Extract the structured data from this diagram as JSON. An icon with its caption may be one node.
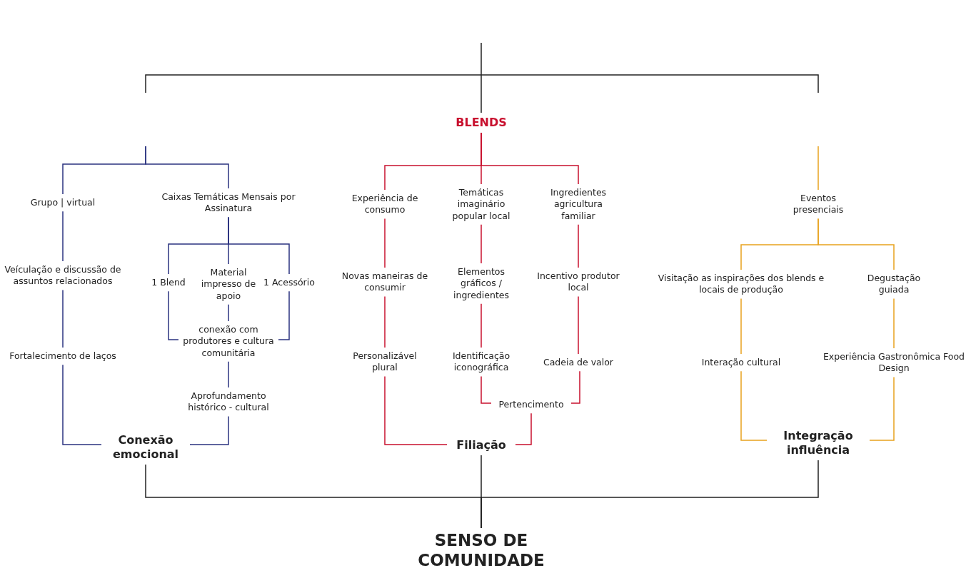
{
  "diagram": {
    "nodes": [
      {
        "text": [
          "BLENDS"
        ]
      },
      {
        "text": [
          "Grupo | virtual"
        ]
      },
      {
        "text": [
          "Caixas Temáticas Mensais por Assinatura"
        ]
      },
      {
        "text": [
          "Veículação e discussão de assuntos relacionados"
        ]
      },
      {
        "text": [
          "1 Blend"
        ]
      },
      {
        "text": [
          "Material impresso de apoio"
        ]
      },
      {
        "text": [
          "1 Acessório"
        ]
      },
      {
        "text": [
          "Fortalecimento de laços"
        ]
      },
      {
        "text": [
          "conexão com produtores e cultura comunitária"
        ]
      },
      {
        "text": [
          "Aprofundamento histórico - cultural"
        ]
      },
      {
        "text": [
          "Conexão emocional"
        ]
      },
      {
        "text": [
          "Experiência de consumo"
        ]
      },
      {
        "text": [
          "Temáticas imaginário popular local"
        ]
      },
      {
        "text": [
          "Ingredientes agricultura familiar"
        ]
      },
      {
        "text": [
          "Novas maneiras de consumir"
        ]
      },
      {
        "text": [
          "Elementos gráficos / ingredientes"
        ]
      },
      {
        "text": [
          "Incentivo produtor local"
        ]
      },
      {
        "text": [
          "Personalizável plural"
        ]
      },
      {
        "text": [
          "Identificação iconográfica"
        ]
      },
      {
        "text": [
          "Cadeia de valor"
        ]
      },
      {
        "text": [
          "Pertencimento"
        ]
      },
      {
        "text": [
          "Filiação"
        ]
      },
      {
        "text": [
          "Eventos presenciais"
        ]
      },
      {
        "text": [
          "Visitação as inspirações dos blends e locais de produção"
        ]
      },
      {
        "text": [
          "Degustação guiada"
        ]
      },
      {
        "text": [
          "Interação cultural"
        ]
      },
      {
        "text": [
          "Experiência Gastronômica Food Design"
        ]
      },
      {
        "text": [
          "Integração influência"
        ]
      },
      {
        "text": [
          "SENSO DE COMUNIDADE"
        ]
      }
    ],
    "edges": [
      {
        "from": null,
        "to": 0,
        "arrow": "none",
        "color": "#222222"
      },
      {
        "from": null,
        "to": 1,
        "arrow": "none",
        "color": "#2b3380"
      },
      {
        "from": null,
        "to": 2,
        "arrow": "none",
        "color": "#2b3380"
      },
      {
        "from": 1,
        "to": 3,
        "arrow": "none",
        "color": "#2b3380"
      },
      {
        "from": 2,
        "to": 4,
        "arrow": "none",
        "color": "#2b3380"
      },
      {
        "from": 2,
        "to": 5,
        "arrow": "none",
        "color": "#2b3380"
      },
      {
        "from": 2,
        "to": 6,
        "arrow": "none",
        "color": "#2b3380"
      },
      {
        "from": 3,
        "to": 7,
        "arrow": "none",
        "color": "#2b3380"
      },
      {
        "from": 4,
        "to": 8,
        "arrow": "none",
        "color": "#2b3380"
      },
      {
        "from": 5,
        "to": 8,
        "arrow": "none",
        "color": "#2b3380"
      },
      {
        "from": 6,
        "to": 8,
        "arrow": "none",
        "color": "#2b3380"
      },
      {
        "from": 7,
        "to": 10,
        "arrow": "none",
        "color": "#2b3380"
      },
      {
        "from": 8,
        "to": 9,
        "arrow": "none",
        "color": "#2b3380"
      },
      {
        "from": 9,
        "to": 10,
        "arrow": "none",
        "color": "#2b3380"
      },
      {
        "from": 0,
        "to": 11,
        "arrow": "none",
        "color": "#c8102e"
      },
      {
        "from": 0,
        "to": 12,
        "arrow": "none",
        "color": "#c8102e"
      },
      {
        "from": 0,
        "to": 13,
        "arrow": "none",
        "color": "#c8102e"
      },
      {
        "from": 11,
        "to": 14,
        "arrow": "none",
        "color": "#c8102e"
      },
      {
        "from": 12,
        "to": 15,
        "arrow": "none",
        "color": "#c8102e"
      },
      {
        "from": 13,
        "to": 16,
        "arrow": "none",
        "color": "#c8102e"
      },
      {
        "from": 14,
        "to": 17,
        "arrow": "none",
        "color": "#c8102e"
      },
      {
        "from": 15,
        "to": 18,
        "arrow": "none",
        "color": "#c8102e"
      },
      {
        "from": 16,
        "to": 19,
        "arrow": "none",
        "color": "#c8102e"
      },
      {
        "from": 17,
        "to": 21,
        "arrow": "none",
        "color": "#c8102e"
      },
      {
        "from": 18,
        "to": 20,
        "arrow": "none",
        "color": "#c8102e"
      },
      {
        "from": 19,
        "to": 20,
        "arrow": "none",
        "color": "#c8102e"
      },
      {
        "from": 20,
        "to": 21,
        "arrow": "none",
        "color": "#c8102e"
      },
      {
        "from": null,
        "to": 22,
        "arrow": "none",
        "color": "#e8a21e"
      },
      {
        "from": 22,
        "to": 23,
        "arrow": "none",
        "color": "#e8a21e"
      },
      {
        "from": 22,
        "to": 24,
        "arrow": "none",
        "color": "#e8a21e"
      },
      {
        "from": 23,
        "to": 25,
        "arrow": "none",
        "color": "#e8a21e"
      },
      {
        "from": 24,
        "to": 26,
        "arrow": "none",
        "color": "#e8a21e"
      },
      {
        "from": 25,
        "to": 27,
        "arrow": "none",
        "color": "#e8a21e"
      },
      {
        "from": 26,
        "to": 27,
        "arrow": "none",
        "color": "#e8a21e"
      },
      {
        "from": 10,
        "to": 28,
        "arrow": "none",
        "color": "#222222"
      },
      {
        "from": 21,
        "to": 28,
        "arrow": "none",
        "color": "#222222"
      },
      {
        "from": 27,
        "to": 28,
        "arrow": "none",
        "color": "#222222"
      }
    ]
  }
}
